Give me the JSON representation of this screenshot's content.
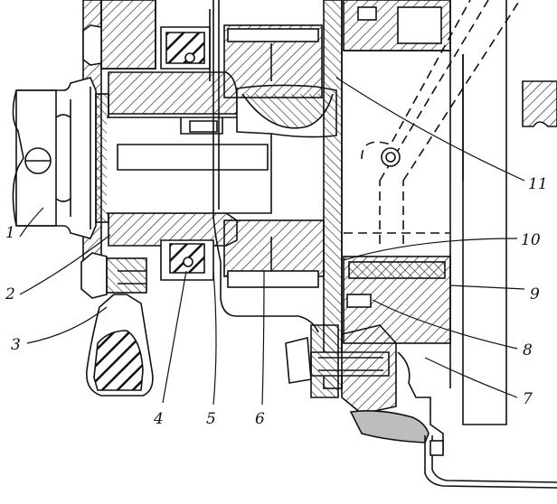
{
  "diagram": {
    "callouts": [
      "1",
      "2",
      "3",
      "4",
      "5",
      "6",
      "7",
      "8",
      "9",
      "10",
      "11"
    ]
  },
  "colors": {
    "ink": "#111111",
    "paper": "#ffffff"
  }
}
